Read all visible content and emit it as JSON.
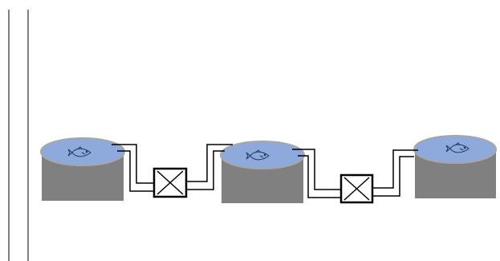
{
  "diagram": {
    "description_type": "fish-tanks-in-series",
    "tanks": [
      {
        "id": "tank-1",
        "has_fish": true
      },
      {
        "id": "tank-2",
        "has_fish": true
      },
      {
        "id": "tank-3",
        "has_fish": true
      }
    ],
    "filters": [
      {
        "id": "filter-1",
        "icon": "x-box-icon"
      },
      {
        "id": "filter-2",
        "icon": "x-box-icon"
      }
    ],
    "colors": {
      "tank_body": "#808080",
      "water_surface": "#8EA9DB",
      "tank_rim": "#A6A6A6",
      "pipe": "#000000",
      "filter_fill": "#ffffff",
      "filter_border": "#000000",
      "fish_outline": "#1F3864",
      "wall_line": "#000000"
    }
  }
}
